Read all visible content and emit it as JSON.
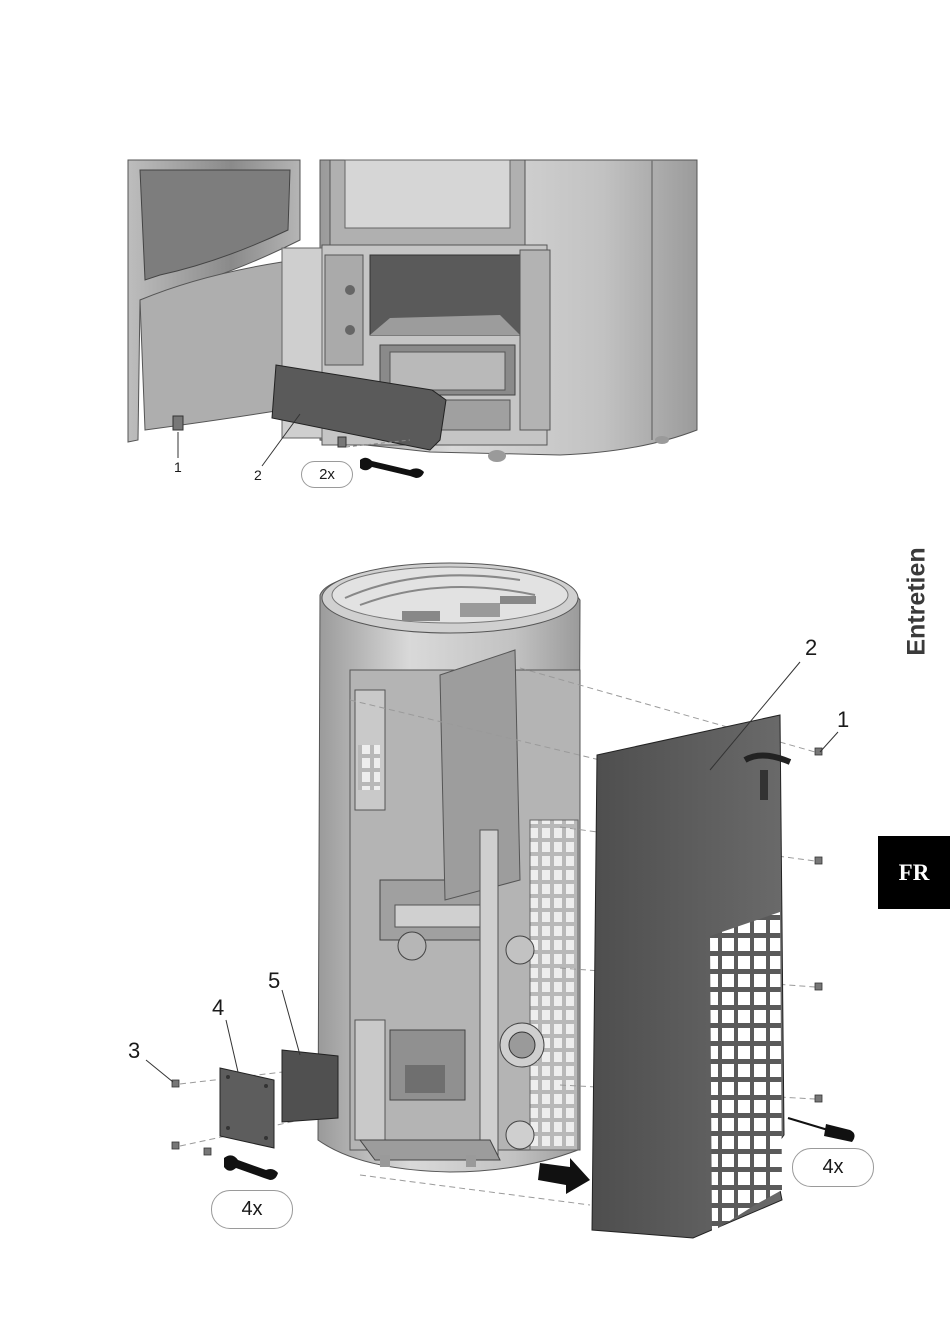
{
  "side_tab": {
    "section": "Entretien",
    "language": "FR"
  },
  "figure_top": {
    "callouts": [
      "1",
      "2"
    ],
    "quantity": "2x",
    "tool_icon": "wrench-icon"
  },
  "figure_bottom": {
    "callouts": [
      "1",
      "2",
      "3",
      "4",
      "5"
    ],
    "quantity_left": "4x",
    "quantity_right": "4x",
    "tool_icons": [
      "wrench-icon",
      "screwdriver-icon"
    ],
    "direction_icon": "arrow-right-icon"
  },
  "colors": {
    "panel": "#5b5b5b",
    "body": "#c9c9c9",
    "body_dark": "#8f8f8f",
    "tab_bg": "#000000"
  }
}
